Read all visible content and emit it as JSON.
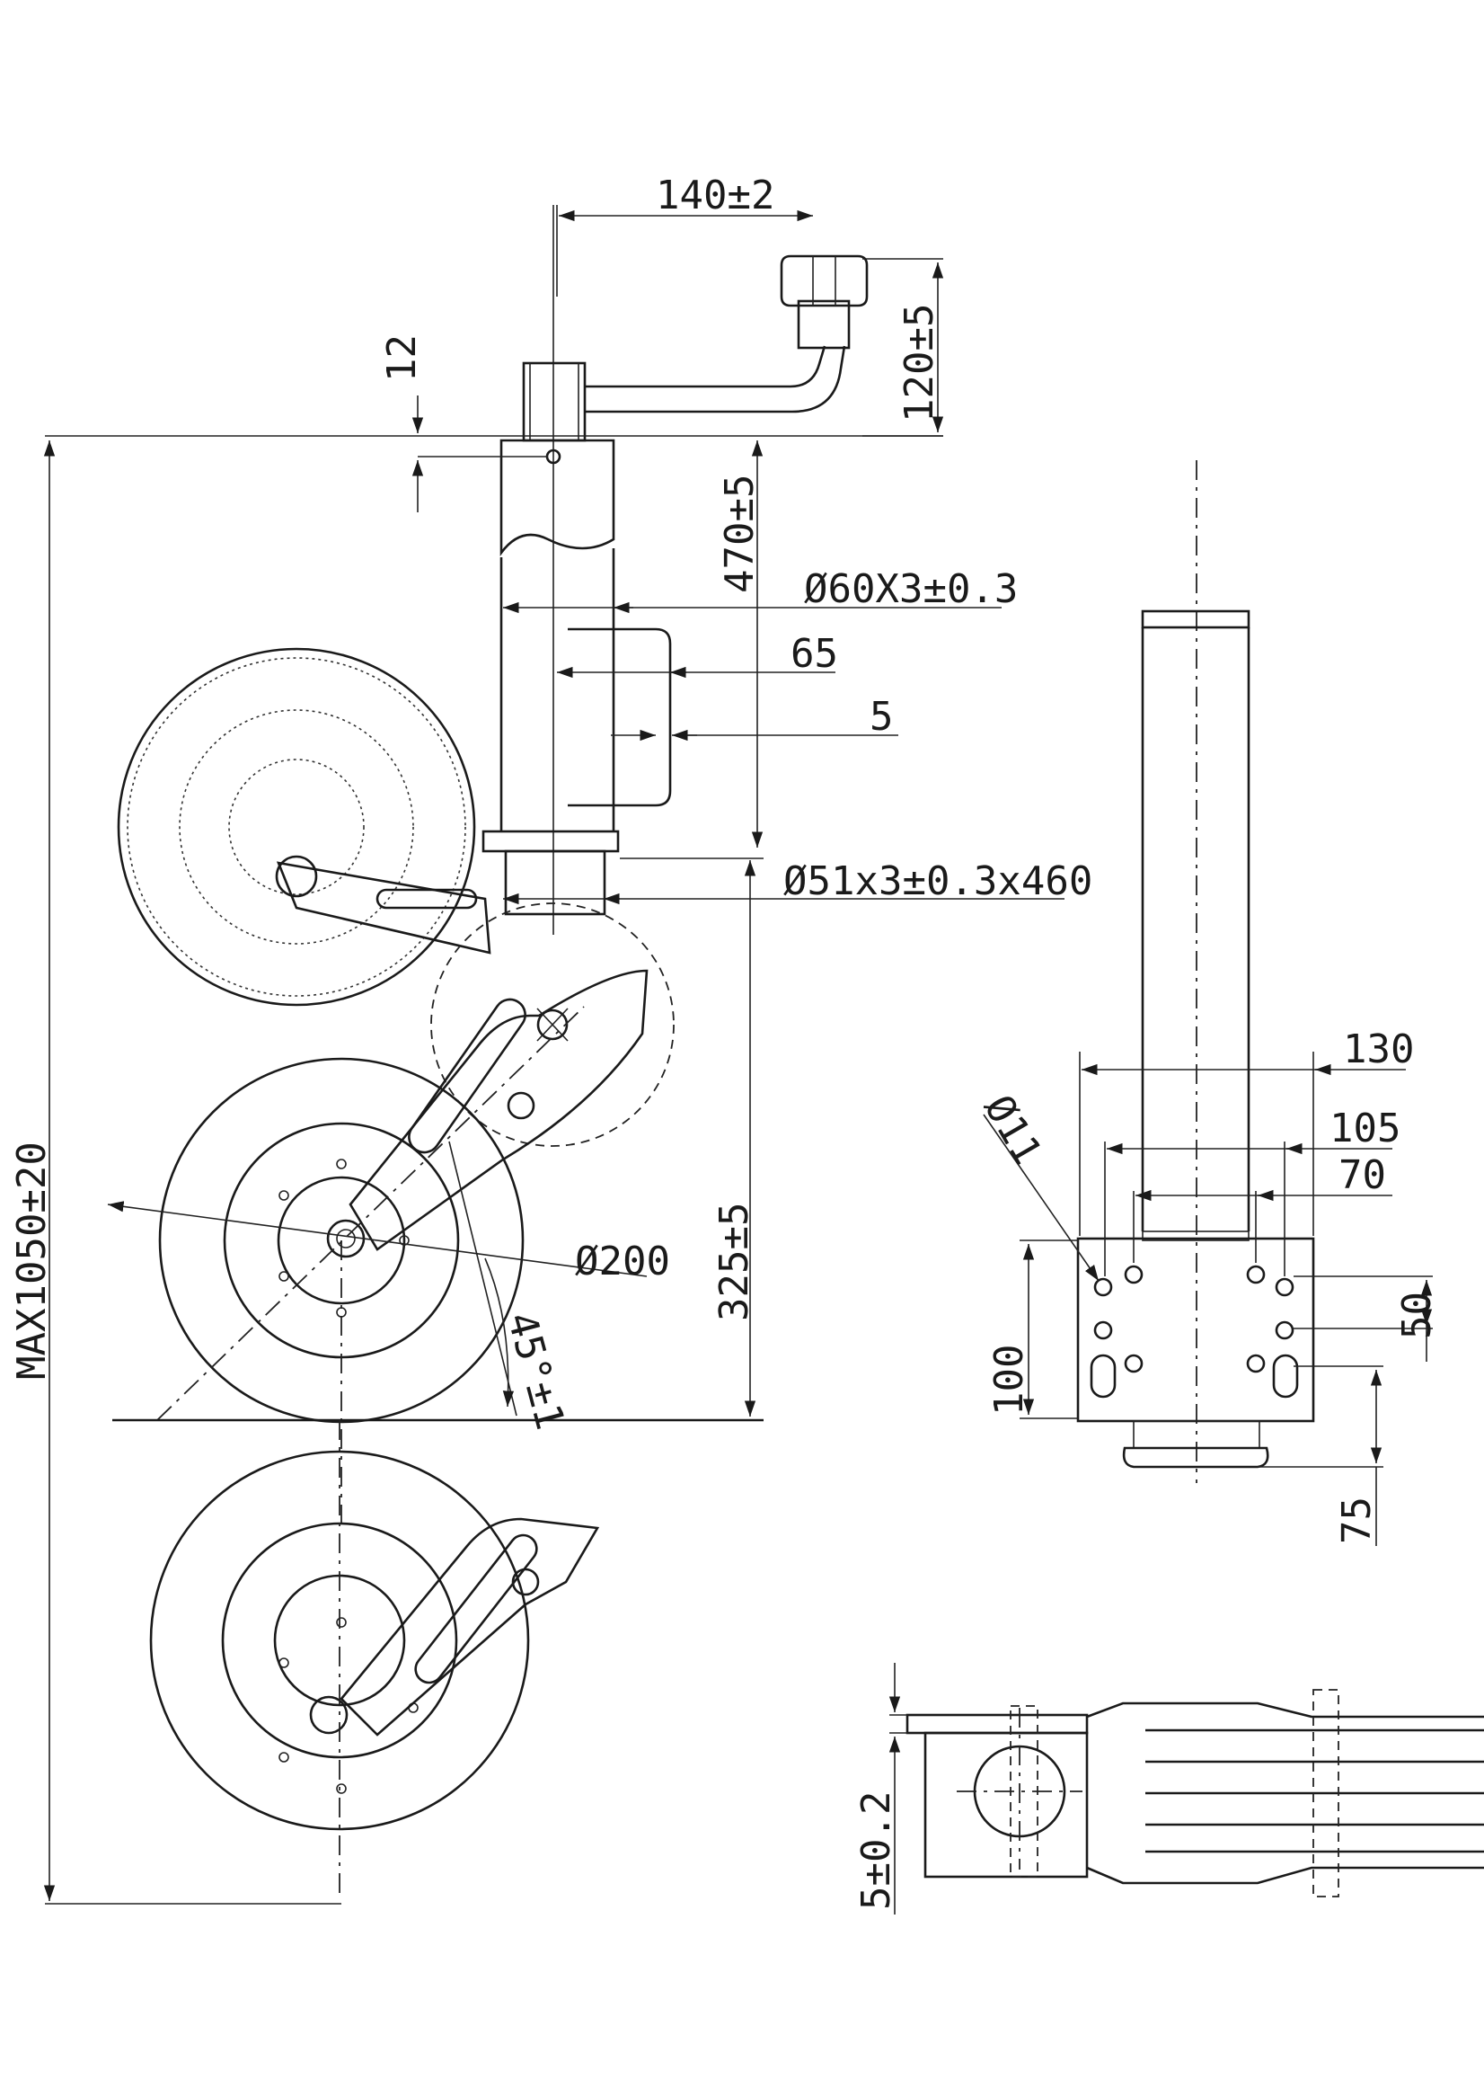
{
  "dimensions": {
    "crank_offset": "140±2",
    "crank_height": "120±5",
    "top_offset": "12",
    "outer_tube_length": "470±5",
    "outer_tube_diameter": "Ø60X3±0.3",
    "handle_width": "65",
    "handle_offset": "5",
    "inner_tube": "Ø51x3±0.3x460",
    "wheel_diameter": "Ø200",
    "lower_height": "325±5",
    "swivel_angle": "45°±1",
    "max_height": "MAX1050±20",
    "clamp_width": "130",
    "clamp_bolt_spacing": "105",
    "clamp_inner": "70",
    "hole_diameter": "Ø11",
    "clamp_vertical_spacing": "50",
    "clamp_height": "100",
    "clamp_bottom_offset": "75",
    "plate_thickness": "5±0.2"
  }
}
